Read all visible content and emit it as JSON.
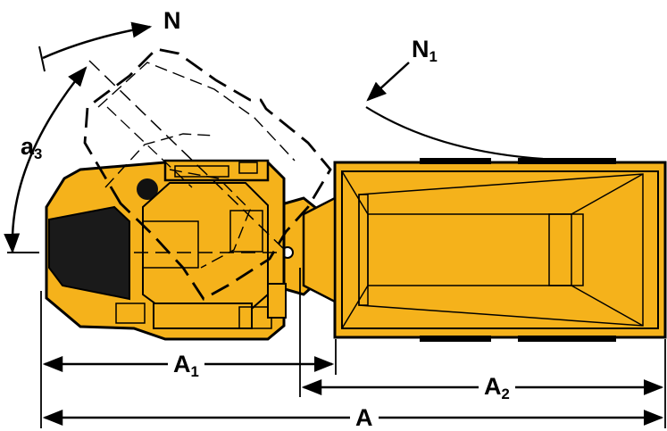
{
  "diagram": {
    "labels": {
      "turn_direction": "N",
      "rear_turn": {
        "main": "N",
        "sub": "1"
      },
      "angle": {
        "main": "a",
        "sub": "3"
      },
      "front_length": {
        "main": "A",
        "sub": "1"
      },
      "rear_length": {
        "main": "A",
        "sub": "2"
      },
      "overall_length": "A"
    },
    "colors": {
      "body": "#F5B21B",
      "outline": "#000000",
      "dark_panel": "#1a1a1a",
      "background": "#ffffff"
    }
  }
}
